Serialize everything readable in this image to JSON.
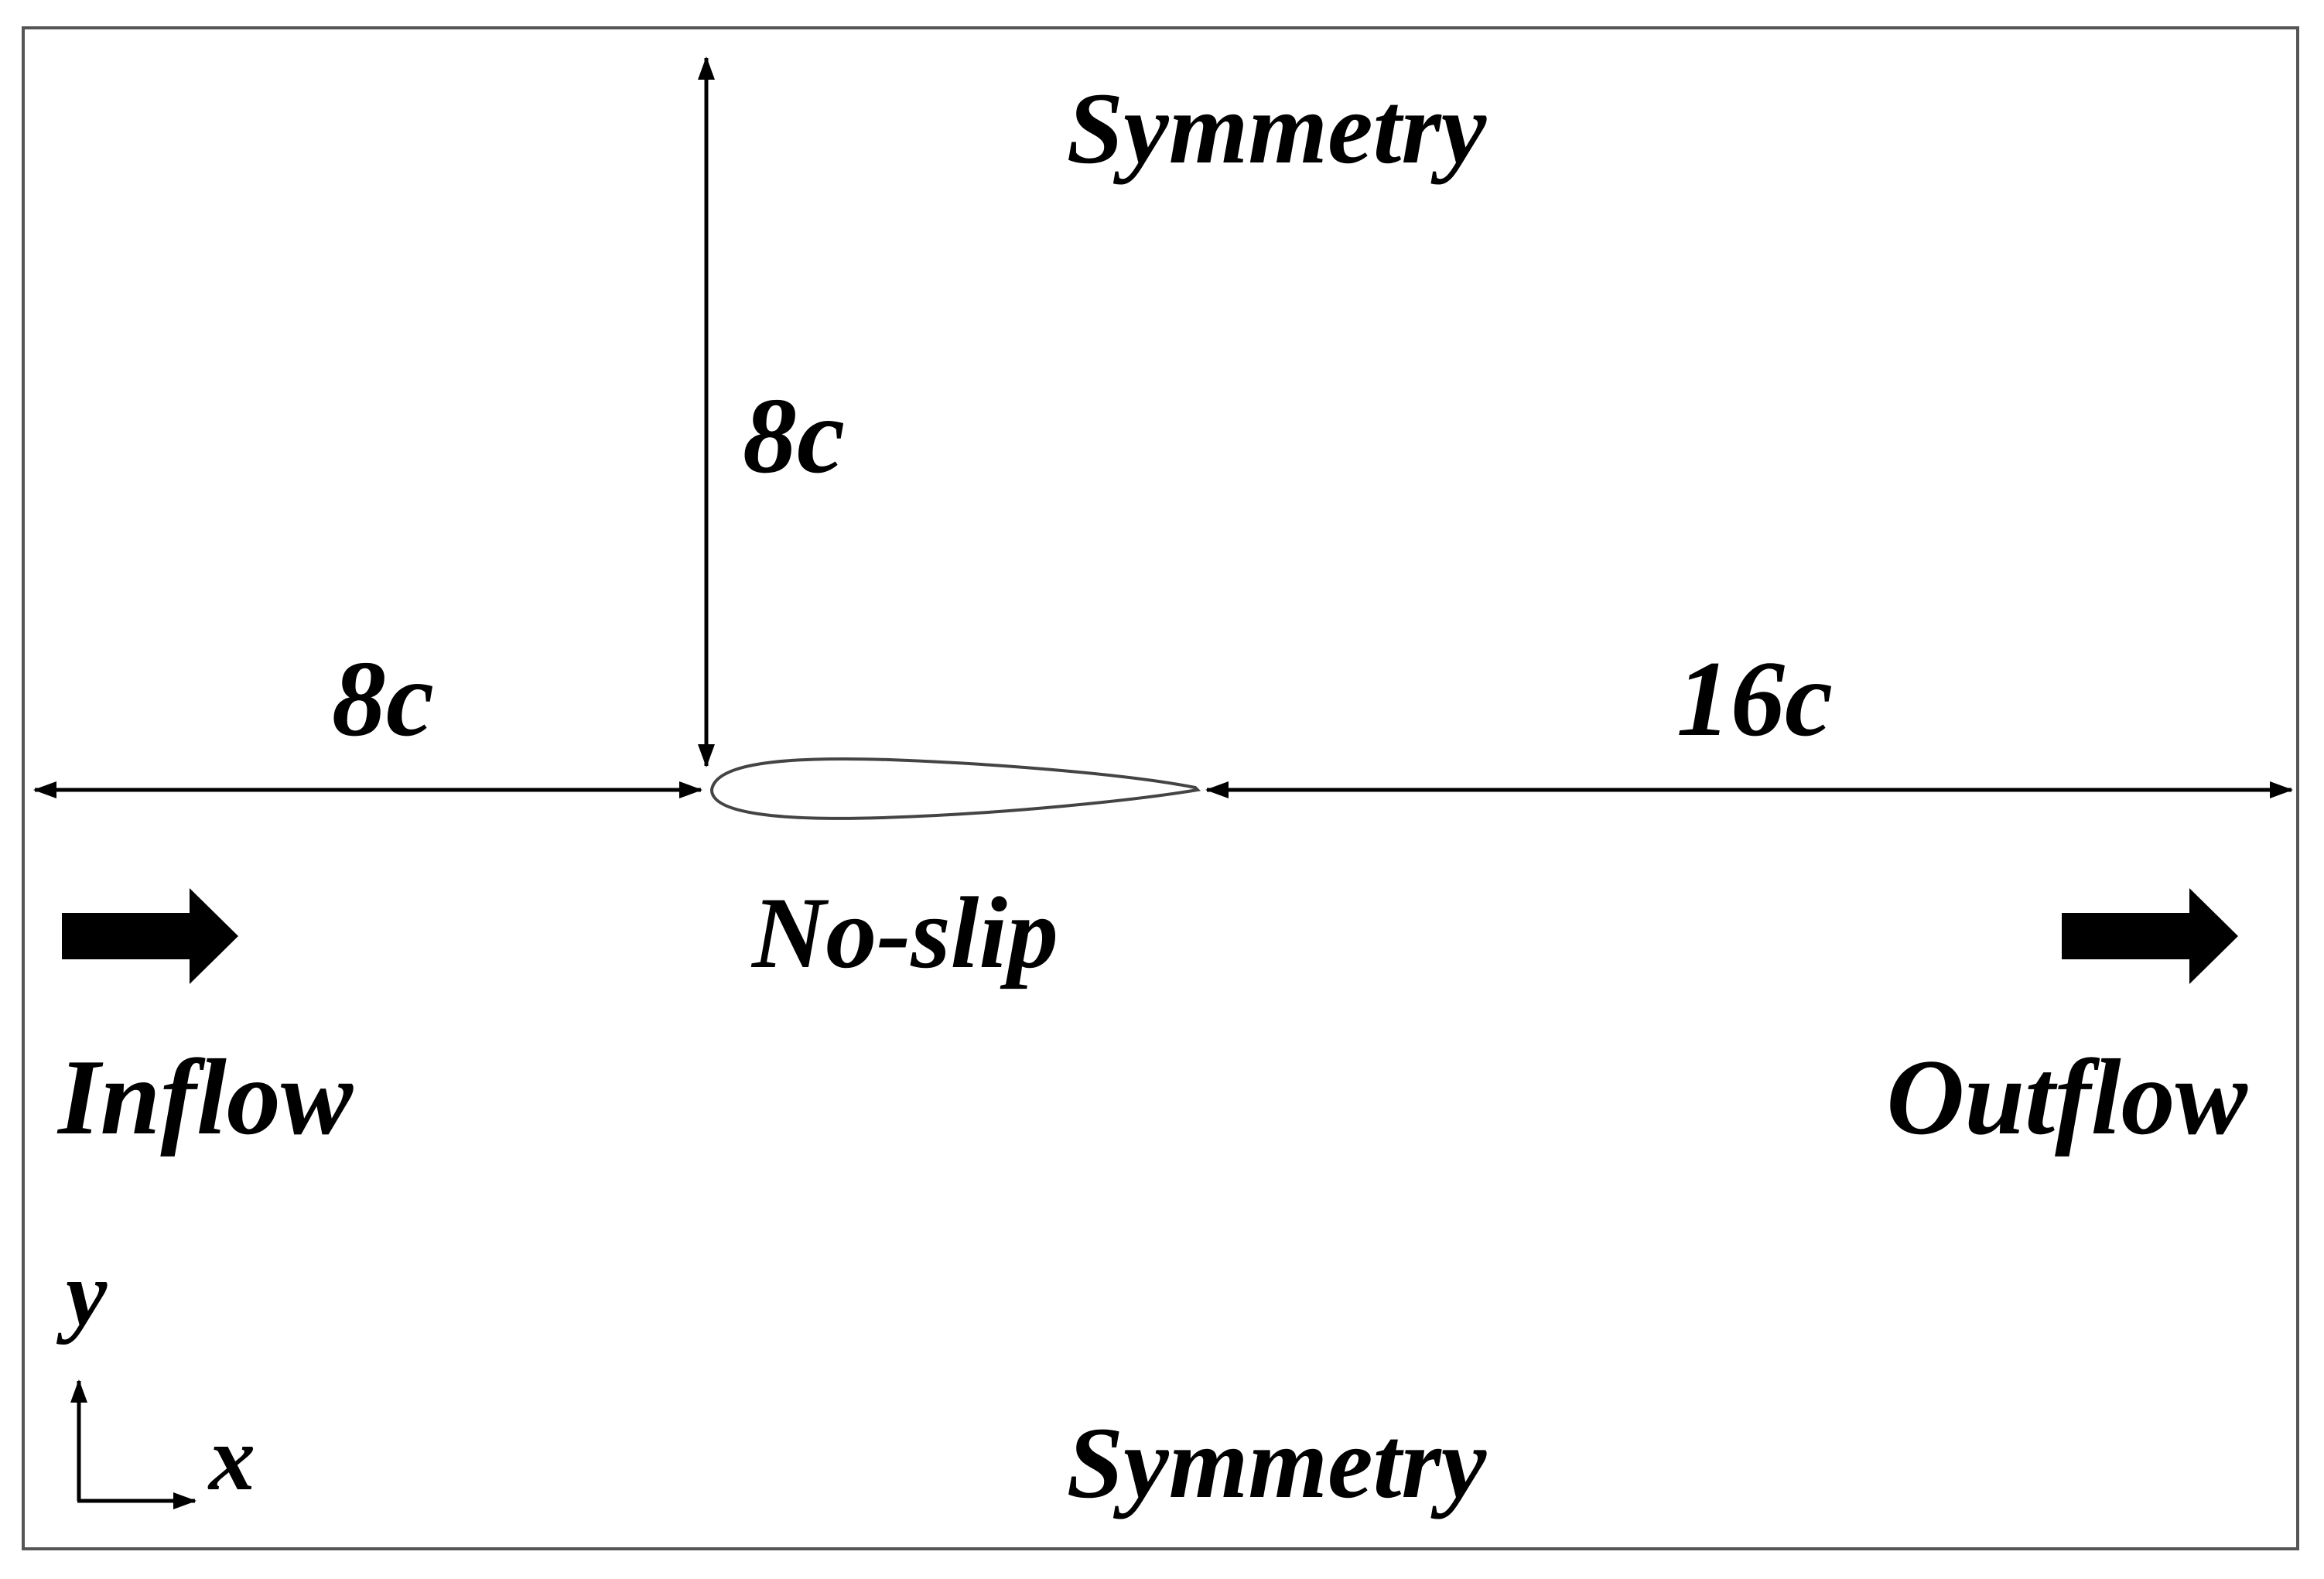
{
  "labels": {
    "top_boundary": "Symmetry",
    "bottom_boundary": "Symmetry",
    "airfoil_boundary": "No-slip",
    "inlet": "Inflow",
    "outlet": "Outflow",
    "upstream_distance": "8c",
    "vertical_distance": "8c",
    "downstream_distance": "16c",
    "axis_x": "x",
    "axis_y": "y"
  },
  "colors": {
    "ink": "#000000",
    "border": "#555555",
    "airfoil": "#444444",
    "background": "#ffffff"
  }
}
